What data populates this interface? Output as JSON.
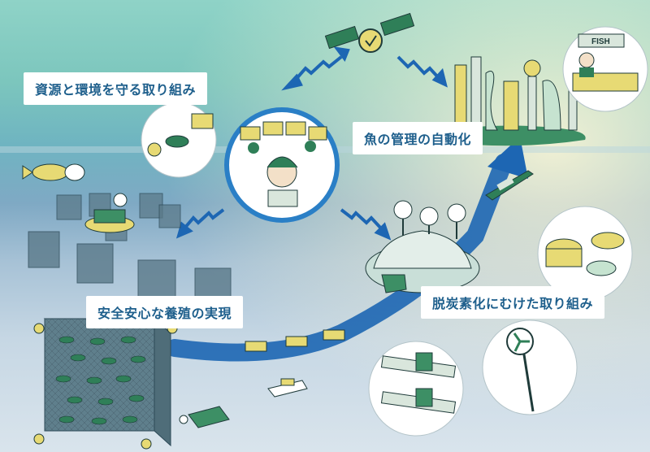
{
  "labels": {
    "resources": "資源と環境を守る取り組み",
    "automation": "魚の管理の自動化",
    "safe_farming": "安全安心な養殖の実現",
    "decarbonization": "脱炭素化にむけた取り組み"
  },
  "shop_sign": "FISH",
  "colors": {
    "label_text": "#1e5f8c",
    "arrow_blue": "#1d66b3",
    "callout_ring": "#2a7fc6",
    "fish_green": "#2f7f58",
    "accent_yellow": "#e7da74"
  }
}
